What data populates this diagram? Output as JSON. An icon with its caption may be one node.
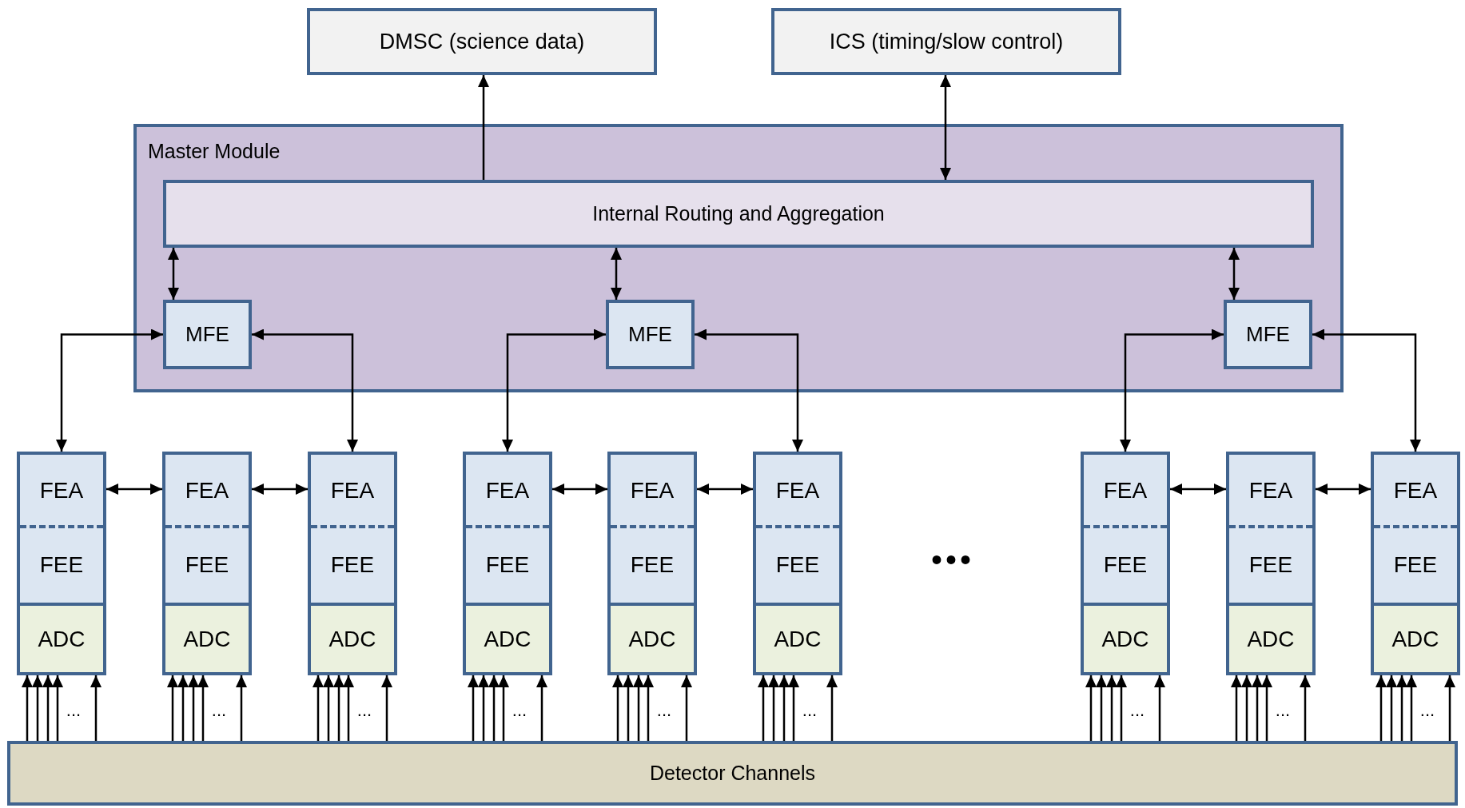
{
  "diagram": {
    "nodes": [
      {
        "text": [
          "DMSC (science data)"
        ]
      },
      {
        "text": [
          "ICS (timing/slow control)"
        ]
      },
      {
        "text": [
          "Master Module"
        ]
      },
      {
        "text": [
          "Internal Routing and Aggregation"
        ],
        "in": 2
      },
      {
        "text": [
          "MFE"
        ],
        "in": 2
      },
      {
        "text": [
          "MFE"
        ],
        "in": 2
      },
      {
        "text": [
          "MFE"
        ],
        "in": 2
      },
      {
        "text": [
          "FEA"
        ]
      },
      {
        "text": [
          "FEE"
        ]
      },
      {
        "text": [
          "ADC"
        ]
      },
      {
        "text": [
          "FEA"
        ]
      },
      {
        "text": [
          "FEE"
        ]
      },
      {
        "text": [
          "ADC"
        ]
      },
      {
        "text": [
          "FEA"
        ]
      },
      {
        "text": [
          "FEE"
        ]
      },
      {
        "text": [
          "ADC"
        ]
      },
      {
        "text": [
          "FEA"
        ]
      },
      {
        "text": [
          "FEE"
        ]
      },
      {
        "text": [
          "ADC"
        ]
      },
      {
        "text": [
          "FEA"
        ]
      },
      {
        "text": [
          "FEE"
        ]
      },
      {
        "text": [
          "ADC"
        ]
      },
      {
        "text": [
          "FEA"
        ]
      },
      {
        "text": [
          "FEE"
        ]
      },
      {
        "text": [
          "ADC"
        ]
      },
      {
        "text": [
          "FEA"
        ]
      },
      {
        "text": [
          "FEE"
        ]
      },
      {
        "text": [
          "ADC"
        ]
      },
      {
        "text": [
          "FEA"
        ]
      },
      {
        "text": [
          "FEE"
        ]
      },
      {
        "text": [
          "ADC"
        ]
      },
      {
        "text": [
          "FEA"
        ]
      },
      {
        "text": [
          "FEE"
        ]
      },
      {
        "text": [
          "ADC"
        ]
      },
      {
        "text": [
          "Detector Channels"
        ]
      }
    ],
    "edges": [
      {
        "from": 3,
        "to": 0,
        "arrow": "to"
      },
      {
        "from": 3,
        "to": 1,
        "arrow": "both"
      },
      {
        "from": 3,
        "to": 4,
        "arrow": "both"
      },
      {
        "from": 3,
        "to": 5,
        "arrow": "both"
      },
      {
        "from": 3,
        "to": 6,
        "arrow": "both"
      },
      {
        "from": 4,
        "to": 7,
        "arrow": "both"
      },
      {
        "from": 4,
        "to": 13,
        "arrow": "both"
      },
      {
        "from": 5,
        "to": 16,
        "arrow": "both"
      },
      {
        "from": 5,
        "to": 22,
        "arrow": "both"
      },
      {
        "from": 6,
        "to": 25,
        "arrow": "both"
      },
      {
        "from": 6,
        "to": 31,
        "arrow": "both"
      },
      {
        "from": 7,
        "to": 10,
        "arrow": "both"
      },
      {
        "from": 10,
        "to": 13,
        "arrow": "both"
      },
      {
        "from": 16,
        "to": 19,
        "arrow": "both"
      },
      {
        "from": 19,
        "to": 22,
        "arrow": "both"
      },
      {
        "from": 25,
        "to": 28,
        "arrow": "both"
      },
      {
        "from": 28,
        "to": 31,
        "arrow": "both"
      },
      {
        "from": 34,
        "to": 9,
        "arrow": "to"
      },
      {
        "from": 34,
        "to": 9,
        "arrow": "to"
      },
      {
        "from": 34,
        "to": 9,
        "arrow": "to"
      },
      {
        "from": 34,
        "to": 9,
        "arrow": "to"
      },
      {
        "from": 34,
        "to": 9,
        "arrow": "to"
      },
      {
        "from": 34,
        "to": 12,
        "arrow": "to"
      },
      {
        "from": 34,
        "to": 12,
        "arrow": "to"
      },
      {
        "from": 34,
        "to": 12,
        "arrow": "to"
      },
      {
        "from": 34,
        "to": 12,
        "arrow": "to"
      },
      {
        "from": 34,
        "to": 12,
        "arrow": "to"
      },
      {
        "from": 34,
        "to": 15,
        "arrow": "to"
      },
      {
        "from": 34,
        "to": 15,
        "arrow": "to"
      },
      {
        "from": 34,
        "to": 15,
        "arrow": "to"
      },
      {
        "from": 34,
        "to": 15,
        "arrow": "to"
      },
      {
        "from": 34,
        "to": 15,
        "arrow": "to"
      },
      {
        "from": 34,
        "to": 18,
        "arrow": "to"
      },
      {
        "from": 34,
        "to": 18,
        "arrow": "to"
      },
      {
        "from": 34,
        "to": 18,
        "arrow": "to"
      },
      {
        "from": 34,
        "to": 18,
        "arrow": "to"
      },
      {
        "from": 34,
        "to": 18,
        "arrow": "to"
      },
      {
        "from": 34,
        "to": 21,
        "arrow": "to"
      },
      {
        "from": 34,
        "to": 21,
        "arrow": "to"
      },
      {
        "from": 34,
        "to": 21,
        "arrow": "to"
      },
      {
        "from": 34,
        "to": 21,
        "arrow": "to"
      },
      {
        "from": 34,
        "to": 21,
        "arrow": "to"
      },
      {
        "from": 34,
        "to": 24,
        "arrow": "to"
      },
      {
        "from": 34,
        "to": 24,
        "arrow": "to"
      },
      {
        "from": 34,
        "to": 24,
        "arrow": "to"
      },
      {
        "from": 34,
        "to": 24,
        "arrow": "to"
      },
      {
        "from": 34,
        "to": 24,
        "arrow": "to"
      },
      {
        "from": 34,
        "to": 27,
        "arrow": "to"
      },
      {
        "from": 34,
        "to": 27,
        "arrow": "to"
      },
      {
        "from": 34,
        "to": 27,
        "arrow": "to"
      },
      {
        "from": 34,
        "to": 27,
        "arrow": "to"
      },
      {
        "from": 34,
        "to": 27,
        "arrow": "to"
      },
      {
        "from": 34,
        "to": 30,
        "arrow": "to"
      },
      {
        "from": 34,
        "to": 30,
        "arrow": "to"
      },
      {
        "from": 34,
        "to": 30,
        "arrow": "to"
      },
      {
        "from": 34,
        "to": 30,
        "arrow": "to"
      },
      {
        "from": 34,
        "to": 30,
        "arrow": "to"
      },
      {
        "from": 34,
        "to": 33,
        "arrow": "to"
      },
      {
        "from": 34,
        "to": 33,
        "arrow": "to"
      },
      {
        "from": 34,
        "to": 33,
        "arrow": "to"
      },
      {
        "from": 34,
        "to": 33,
        "arrow": "to"
      },
      {
        "from": 34,
        "to": 33,
        "arrow": "to"
      }
    ],
    "labels": [
      "•••",
      "...",
      "...",
      "...",
      "...",
      "...",
      "...",
      "...",
      "...",
      "..."
    ]
  }
}
